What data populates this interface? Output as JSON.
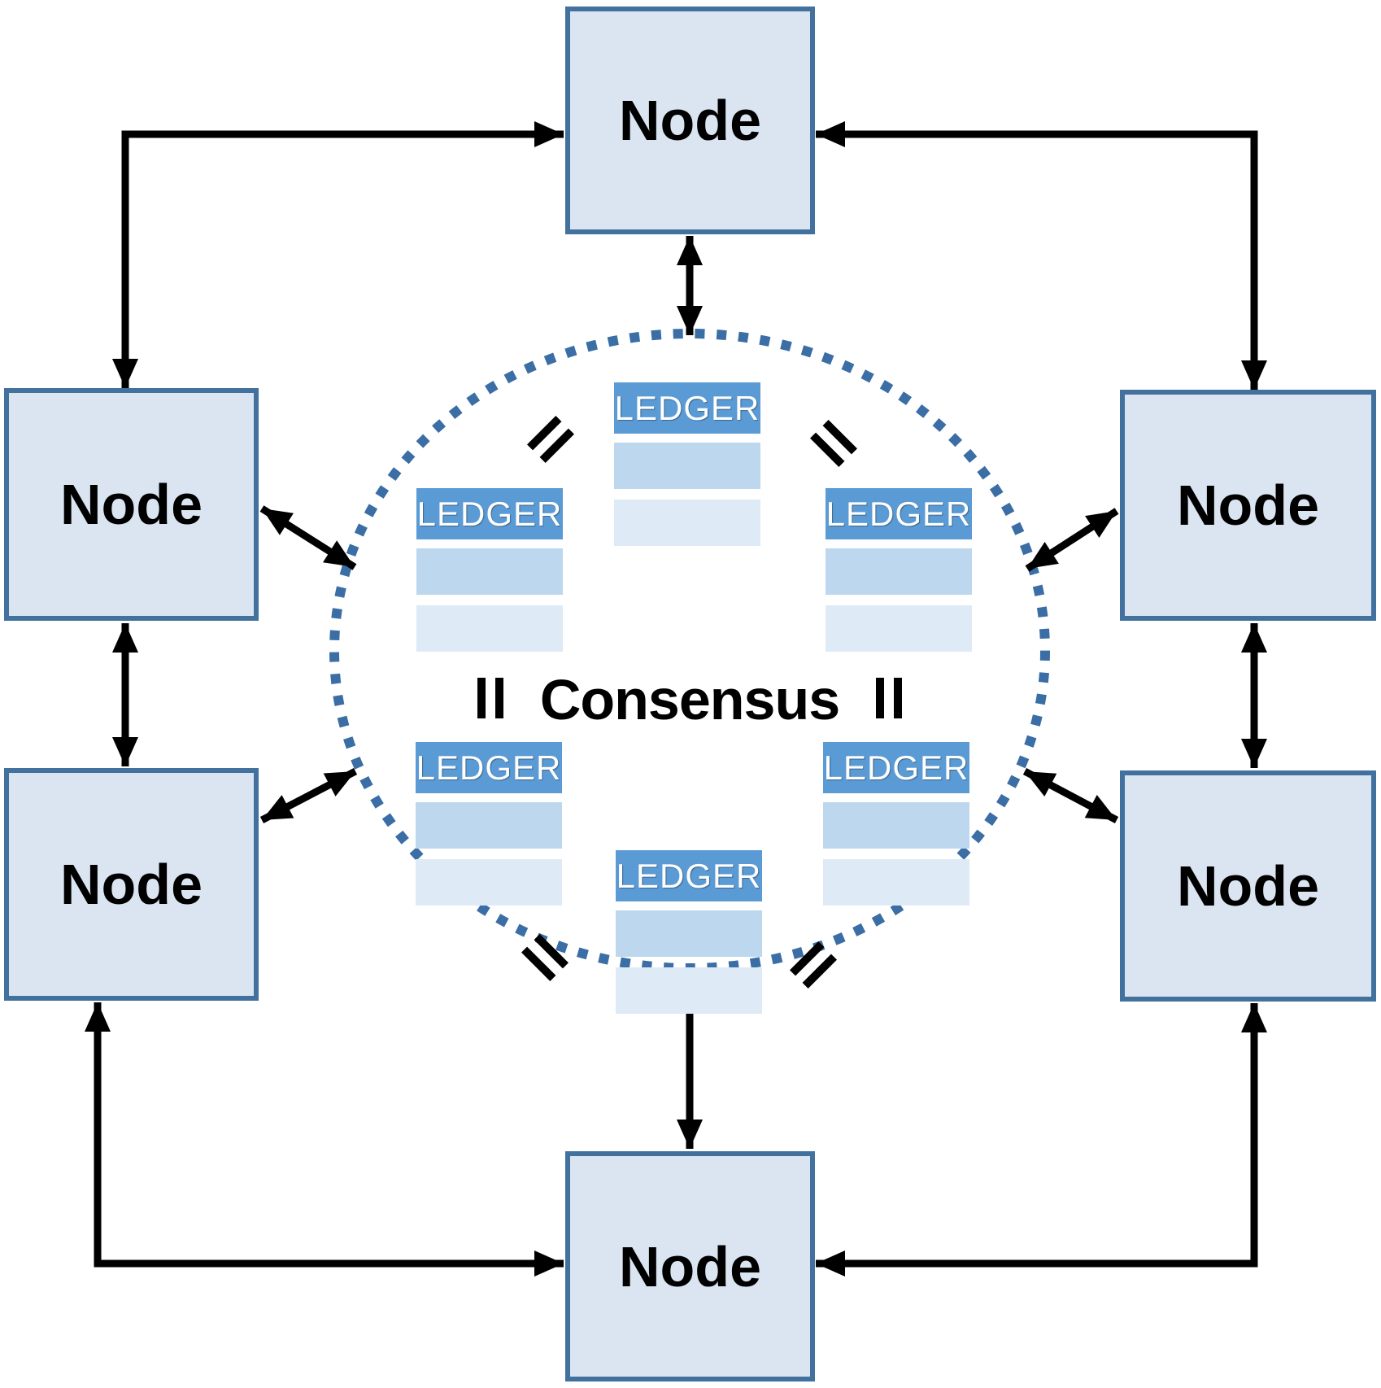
{
  "diagram": {
    "center_label": "Consensus",
    "nodes": [
      {
        "id": "top",
        "label": "Node"
      },
      {
        "id": "upper-left",
        "label": "Node"
      },
      {
        "id": "upper-right",
        "label": "Node"
      },
      {
        "id": "lower-left",
        "label": "Node"
      },
      {
        "id": "lower-right",
        "label": "Node"
      },
      {
        "id": "bottom",
        "label": "Node"
      }
    ],
    "ledgers": [
      {
        "position": "top-center",
        "label": "LEDGER",
        "rows": 2
      },
      {
        "position": "upper-left",
        "label": "LEDGER",
        "rows": 2
      },
      {
        "position": "upper-right",
        "label": "LEDGER",
        "rows": 2
      },
      {
        "position": "lower-left",
        "label": "LEDGER",
        "rows": 2
      },
      {
        "position": "lower-right",
        "label": "LEDGER",
        "rows": 2
      },
      {
        "position": "bottom-center",
        "label": "LEDGER",
        "rows": 2
      }
    ],
    "icons": {
      "equals_icon": "= (rotated, equality of ledgers)",
      "double_arrow_icon": "double-headed connector arrow",
      "dotted_circle_icon": "dotted consensus boundary"
    },
    "colors": {
      "node_fill": "#dbe5f1",
      "node_border": "#41719c",
      "ledger_header": "#5b9bd5",
      "ledger_row_medium": "#bdd7ee",
      "ledger_row_light": "#deeaf6",
      "circle_dots": "#3a6ea5",
      "connector": "#000000",
      "text": "#000000",
      "ledger_text": "#ffffff"
    }
  }
}
